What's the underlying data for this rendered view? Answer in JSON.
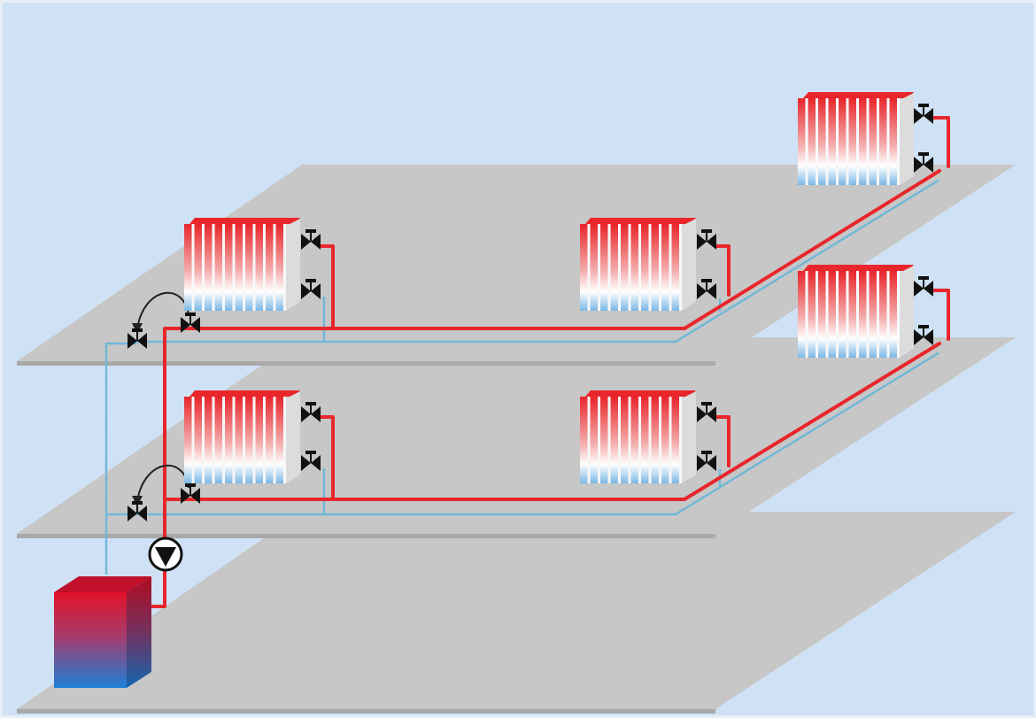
{
  "diagram": {
    "kind": "two-pipe heating system schematic",
    "floors": 3,
    "floors_with_radiators": 2,
    "radiators_per_floor": 3,
    "colors": {
      "background": "#cfe2f5",
      "floor_top": "#c7c7c7",
      "floor_edge": "#a9a9a9",
      "supply_pipe": "#e8262b",
      "return_pipe": "#6fb7d9",
      "valve": "#111111",
      "boiler_hot": "#e3122a",
      "boiler_cold": "#1c7fd6",
      "radiator_hot": "#e8262b",
      "radiator_cold": "#7ab7e6"
    },
    "components": {
      "boiler": "boiler",
      "pump": "circulation-pump-icon",
      "radiator": "radiator-icon",
      "radiator_valve": "valve-icon",
      "balancing_valve": "balancing-valve-icon"
    }
  }
}
